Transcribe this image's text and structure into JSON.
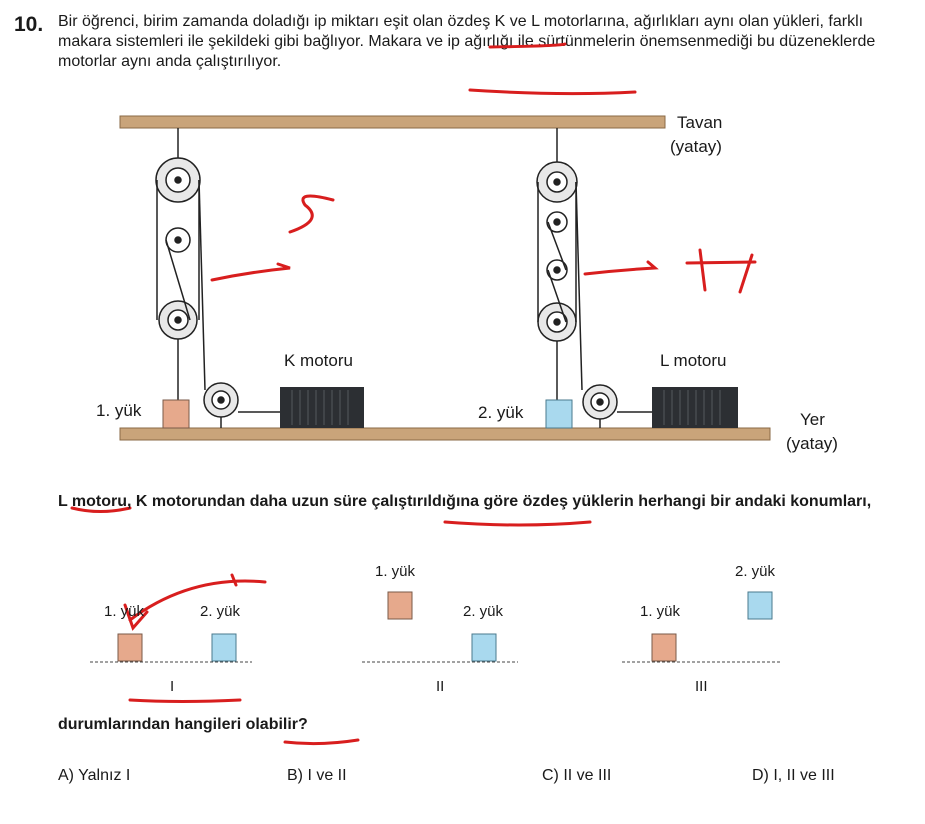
{
  "question": {
    "number": "10.",
    "stem": "Bir öğrenci, birim zamanda doladığı ip miktarı eşit olan özdeş K ve L motorlarına, ağırlıkları aynı olan yükleri, farklı makara sistemleri ile şekildeki gibi bağlıyor. Makara ve ip ağırlığı ile sürtünmelerin önemsenmediği bu düzeneklerde motorlar aynı anda çalıştırılıyor.",
    "prompt": "L motoru, K motorundan daha uzun süre çalıştırıldığına göre özdeş yüklerin herhangi bir andaki konumları,",
    "closing": "durumlarından hangileri olabilir?"
  },
  "figure": {
    "ceiling_label_1": "Tavan",
    "ceiling_label_2": "(yatay)",
    "ground_label_1": "Yer",
    "ground_label_2": "(yatay)",
    "motor_k": "K motoru",
    "motor_l": "L motoru",
    "load_1": "1. yük",
    "load_2": "2. yük"
  },
  "cases": [
    {
      "numeral": "I",
      "load_1": "1. yük",
      "load_2": "2. yük"
    },
    {
      "numeral": "II",
      "load_1": "1. yük",
      "load_2": "2. yük"
    },
    {
      "numeral": "III",
      "load_1": "1. yük",
      "load_2": "2. yük"
    }
  ],
  "options": [
    {
      "label": "A) Yalnız I"
    },
    {
      "label": "B) I  ve II"
    },
    {
      "label": "C) II ve III"
    },
    {
      "label": "D) I, II ve III"
    }
  ],
  "colors": {
    "beam": "#c9a47a",
    "load_1": "#e6a98c",
    "load_2": "#a9d9ee",
    "annotation": "#d81e1e",
    "motor": "#2c2f33"
  }
}
